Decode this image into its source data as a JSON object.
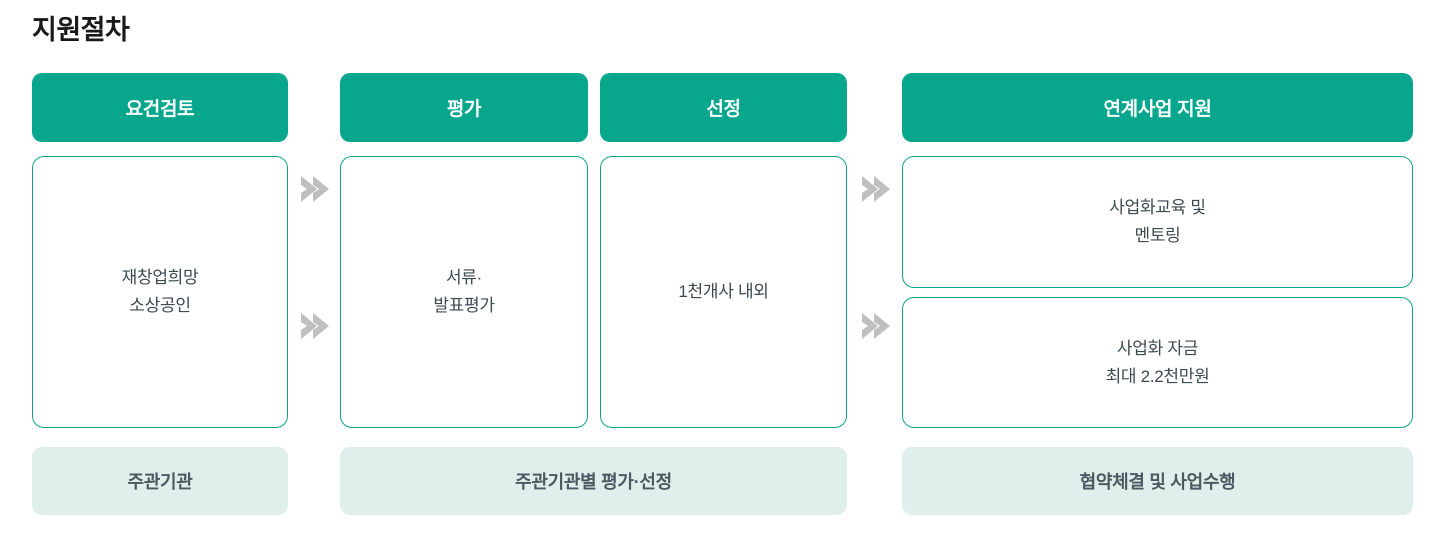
{
  "page": {
    "title": "지원절차",
    "accent_color": "#08a78d",
    "body_border_color": "#0da48c",
    "footer_bg_color": "#dff0ec",
    "arrow_color": "#bfbfbf",
    "body_text_color": "#3c4a52",
    "footer_text_color": "#4a5a60"
  },
  "stages": [
    {
      "header": "요건검토",
      "body": "재창업희망\n소상공인",
      "footer": "주관기관"
    },
    {
      "header": "평가",
      "body": "서류·\n발표평가",
      "footer": "주관기관별 평가·선정"
    },
    {
      "header": "선정",
      "body": "1천개사 내외",
      "footer": ""
    },
    {
      "header": "연계사업 지원",
      "body_top": "사업화교육 및\n멘토링",
      "body_bottom": "사업화 자금\n최대 2.2천만원",
      "footer": "협약체결 및 사업수행"
    }
  ],
  "arrows": [
    {
      "name": "arrow-requirements-to-evaluation-upper"
    },
    {
      "name": "arrow-requirements-to-evaluation-lower"
    },
    {
      "name": "arrow-selection-to-support-upper"
    },
    {
      "name": "arrow-selection-to-support-lower"
    }
  ]
}
